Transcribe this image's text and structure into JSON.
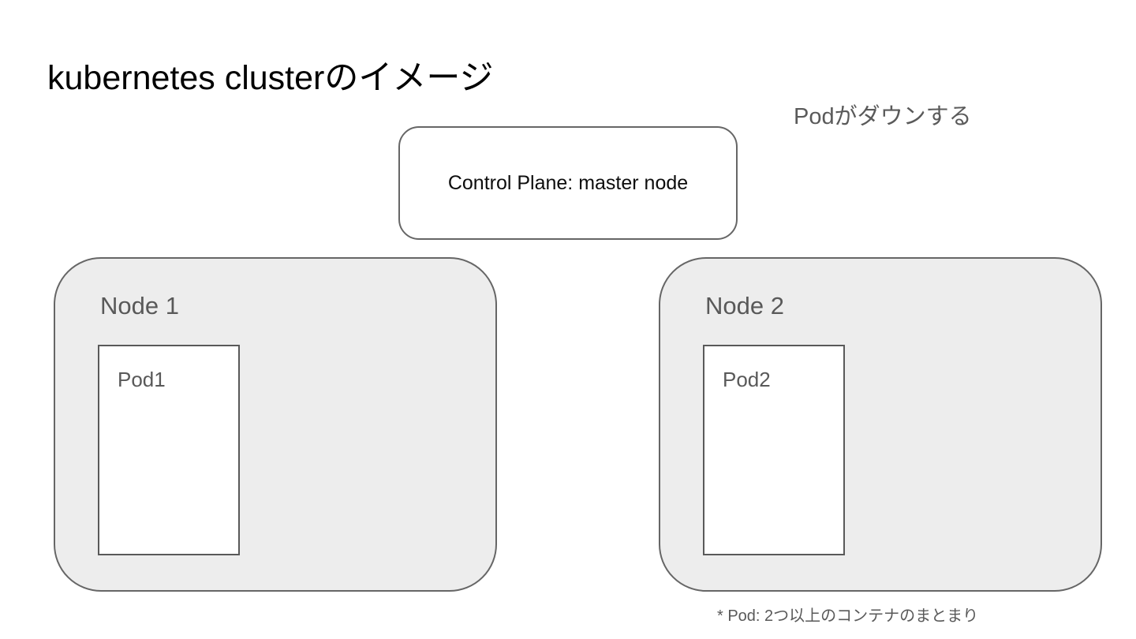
{
  "slide": {
    "title": "kubernetes clusterのイメージ",
    "annotation": "Podがダウンする",
    "control_plane": {
      "label": "Control Plane: master node"
    },
    "nodes": [
      {
        "name": "Node 1",
        "pod": {
          "name": "Pod1"
        }
      },
      {
        "name": "Node 2",
        "pod": {
          "name": "Pod2"
        }
      }
    ],
    "footnote": "* Pod: 2つ以上のコンテナのまとまり",
    "colors": {
      "background": "#ffffff",
      "title_text": "#000000",
      "muted_text": "#595959",
      "shape_border": "#666666",
      "node_fill": "#ededed",
      "pod_fill": "#ffffff"
    }
  }
}
